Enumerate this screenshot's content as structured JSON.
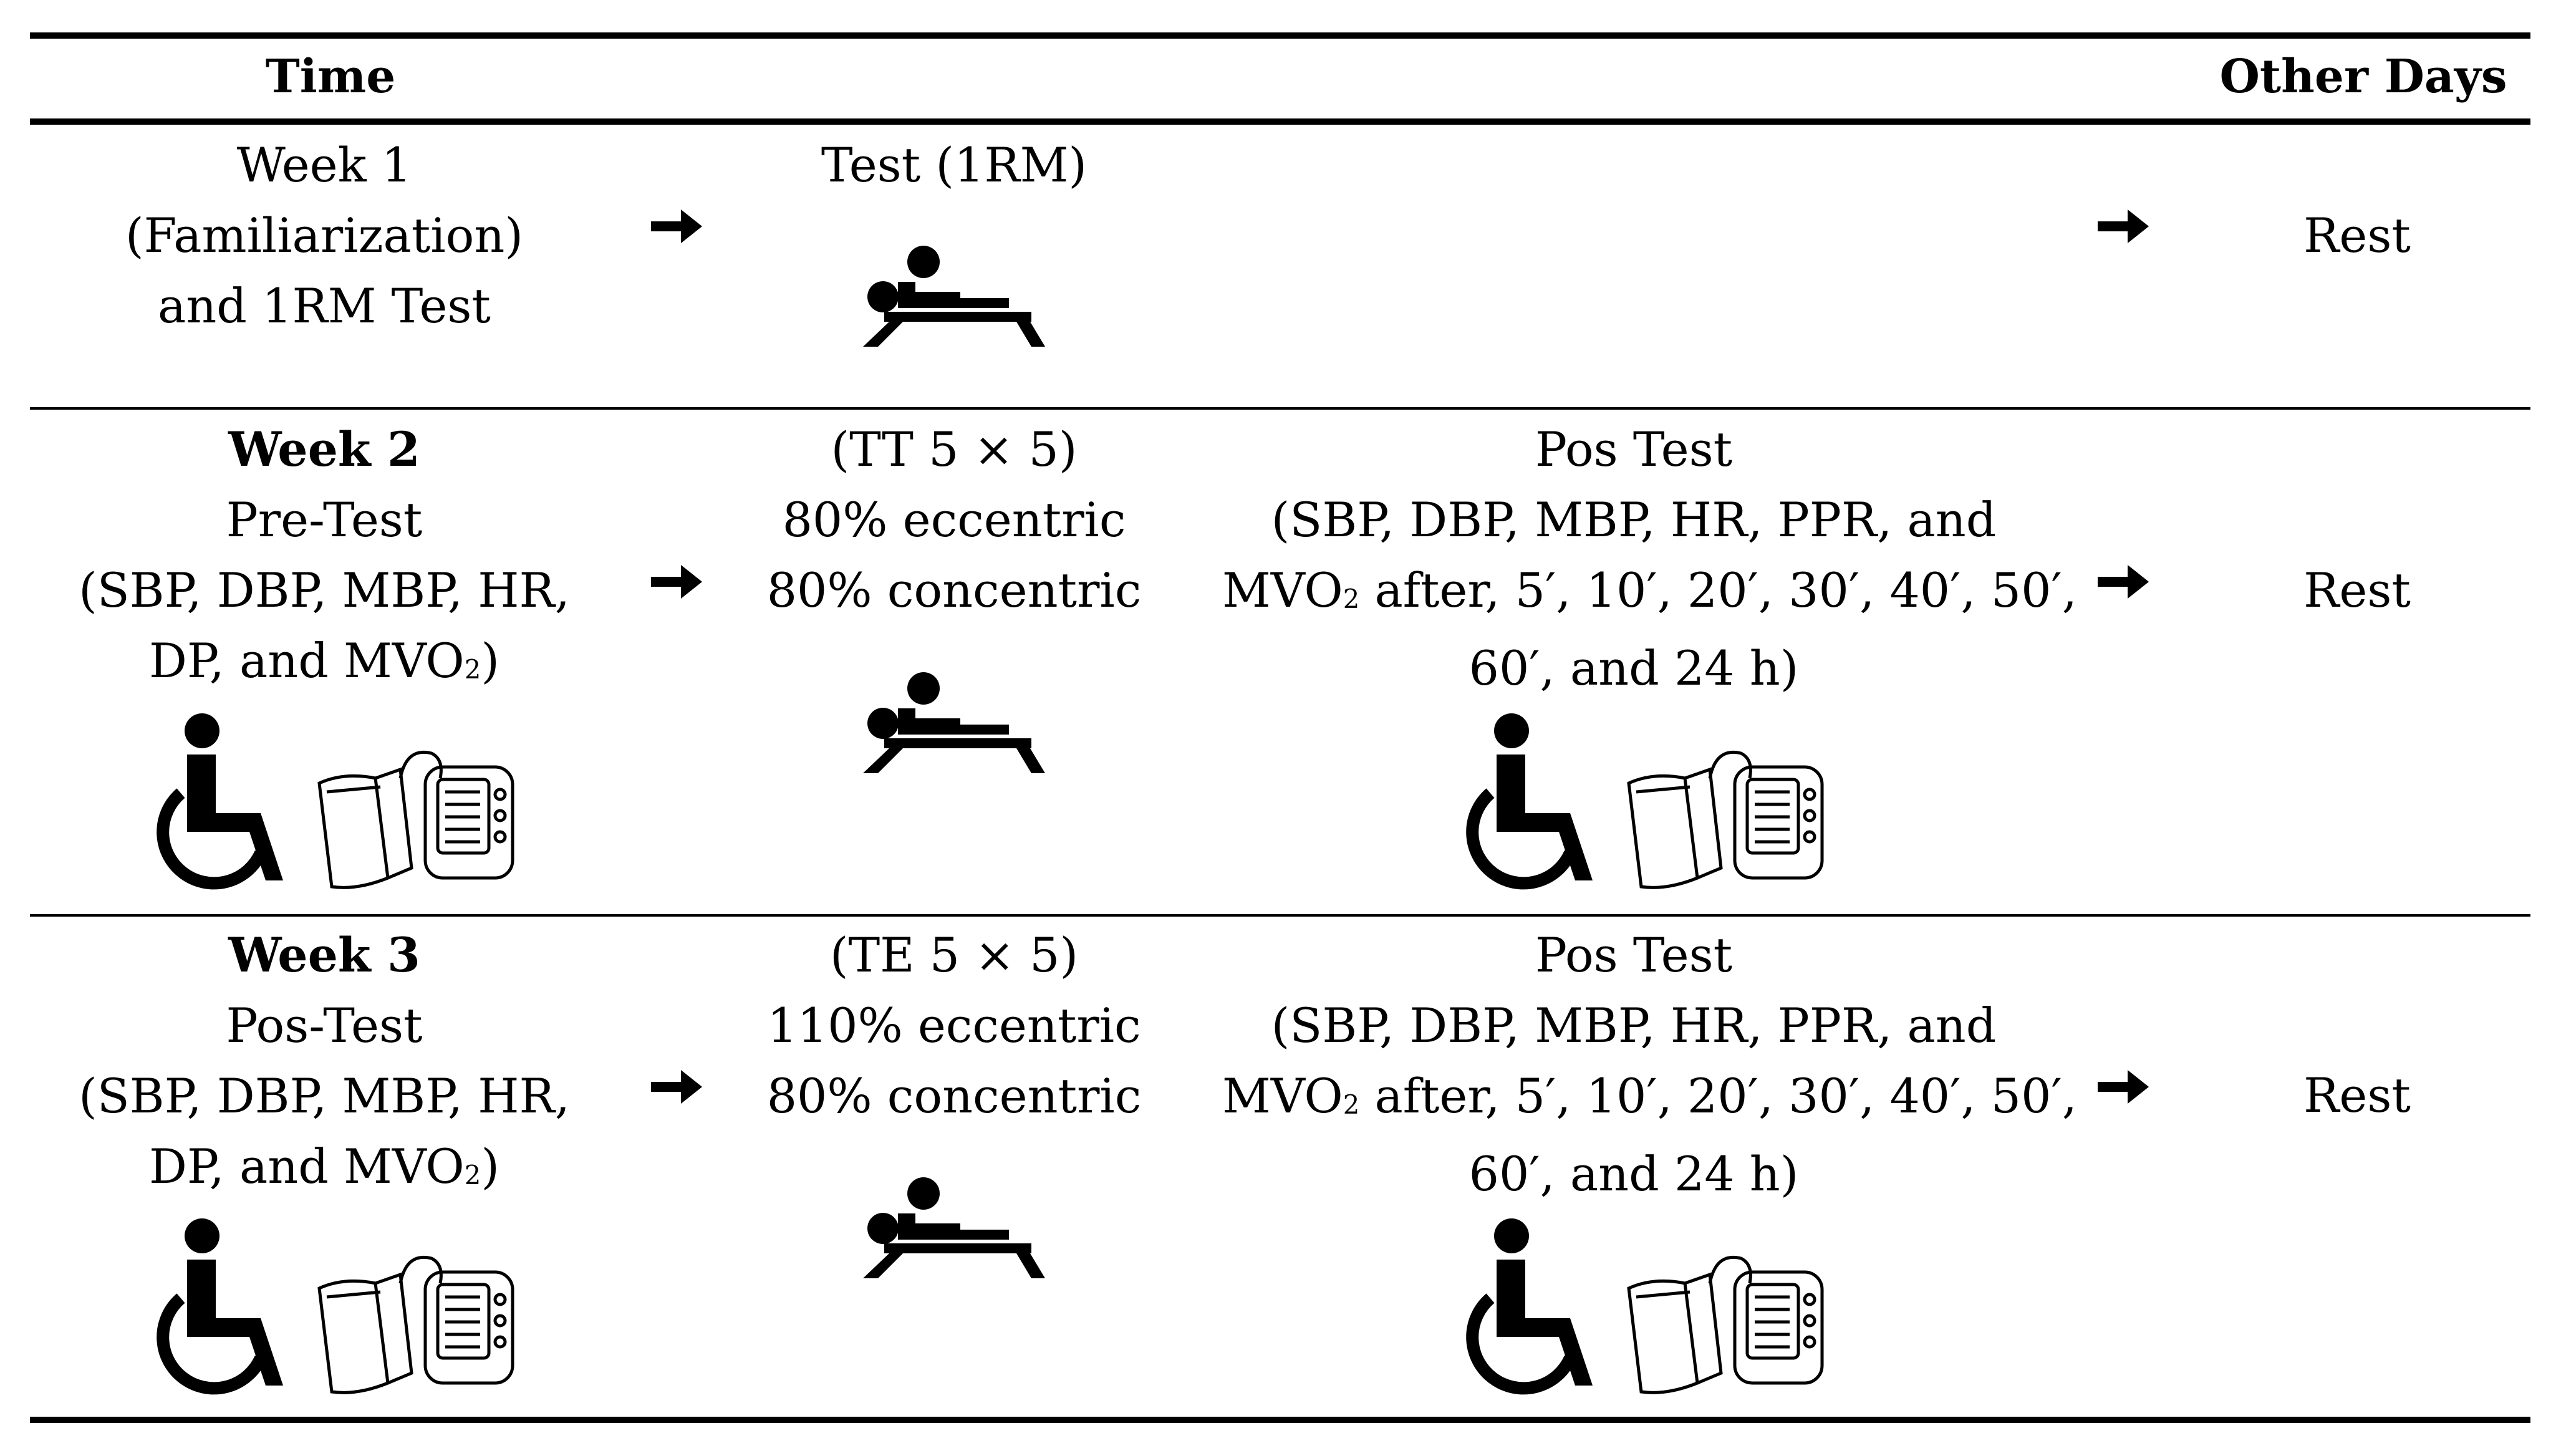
{
  "header": {
    "time": "Time",
    "other_days": "Other Days"
  },
  "rows": [
    {
      "time_lines": [
        "Week 1",
        "(Familiarization)",
        "and 1RM Test"
      ],
      "session_lines": [
        "Test (1RM)"
      ],
      "post_lines": [],
      "other": "Rest"
    },
    {
      "time_title": "Week 2",
      "time_lines": [
        "Pre-Test",
        "(SBP, DBP, MBP, HR,",
        "DP, and MVO",
        "2",
        ")"
      ],
      "session_lines": [
        "(TT 5 × 5)",
        "80% eccentric",
        "80% concentric"
      ],
      "post_lines": [
        "Pos Test",
        "(SBP, DBP, MBP, HR, PPR, and",
        "MVO",
        "2",
        " after, 5′, 10′, 20′, 30′, 40′, 50′,",
        "60′, and 24 h)"
      ],
      "other": "Rest"
    },
    {
      "time_title": "Week 3",
      "time_lines": [
        "Pos-Test",
        "(SBP, DBP, MBP, HR,",
        "DP, and MVO",
        "2",
        ")"
      ],
      "session_lines": [
        "(TE 5 × 5)",
        "110% eccentric",
        "80% concentric"
      ],
      "post_lines": [
        "Pos Test",
        "(SBP, DBP, MBP, HR, PPR, and",
        "MVO",
        "2",
        " after, 5′, 10′, 20′, 30′, 40′, 50′,",
        "60′, and 24 h)"
      ],
      "other": "Rest"
    }
  ],
  "icons": {
    "arrow": "arrow-right-icon",
    "bench": "bench-press-icon",
    "wheelchair": "wheelchair-icon",
    "monitor": "blood-pressure-monitor-icon"
  }
}
